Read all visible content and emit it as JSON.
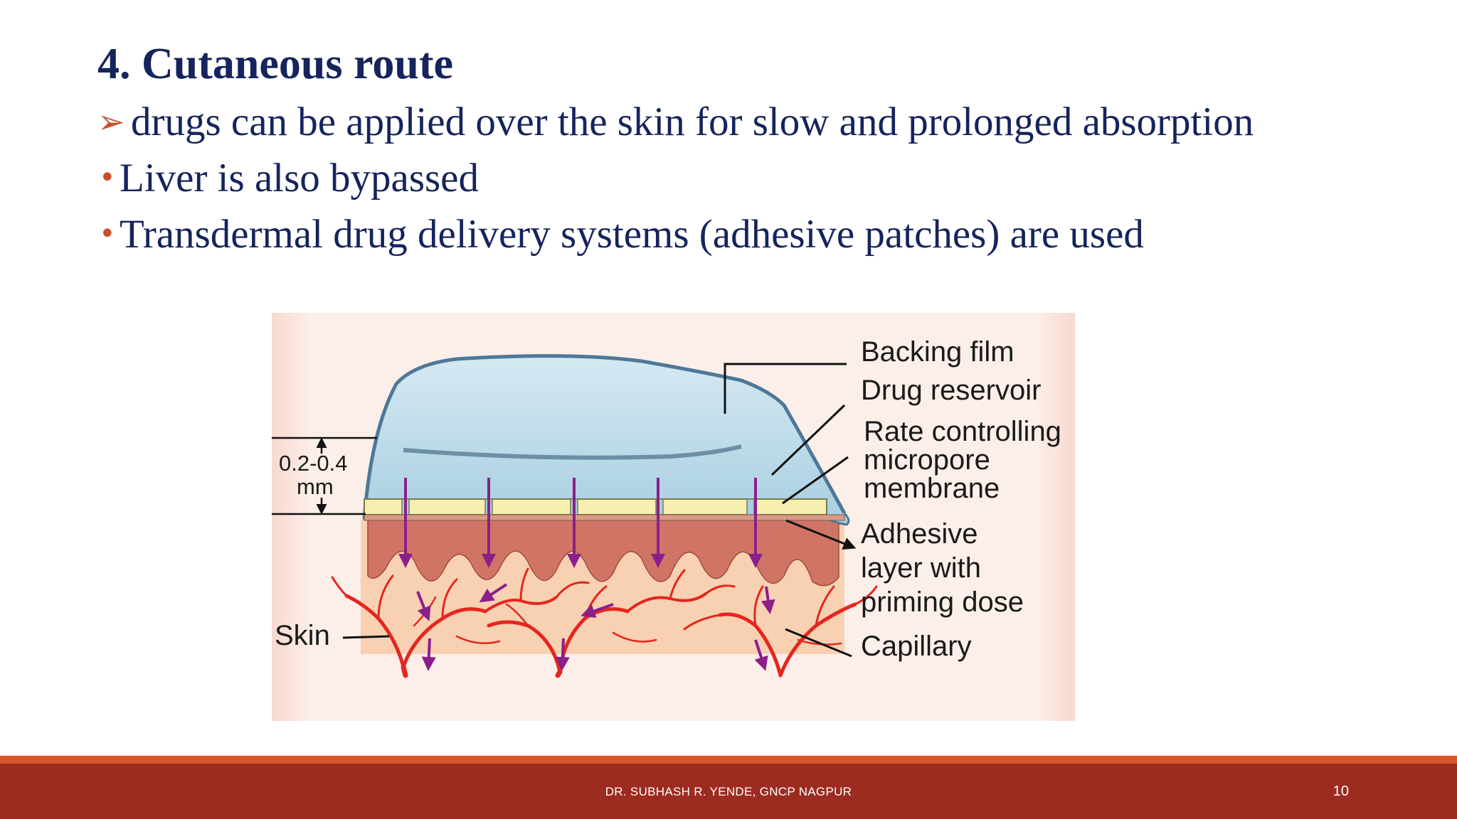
{
  "slide": {
    "title": "4. Cutaneous route",
    "bullets": [
      {
        "marker": "arrow-bullet-icon",
        "text": "drugs can be applied over the skin for slow and prolonged absorption"
      },
      {
        "marker": "dot-bullet-icon",
        "text": "Liver is also bypassed"
      },
      {
        "marker": "dot-bullet-icon",
        "text": "Transdermal drug delivery systems (adhesive patches) are used"
      }
    ]
  },
  "figure": {
    "labels": {
      "backing_film": "Backing film",
      "drug_reservoir": "Drug reservoir",
      "rate_controlling_1": "Rate controlling",
      "rate_controlling_2": "micropore",
      "rate_controlling_3": "membrane",
      "adhesive_1": "Adhesive",
      "adhesive_2": "layer with",
      "adhesive_3": "priming dose",
      "capillary": "Capillary",
      "skin": "Skin",
      "thickness_1": "0.2-0.4",
      "thickness_2": "mm"
    }
  },
  "footer": {
    "author": "DR. SUBHASH R. YENDE, GNCP NAGPUR",
    "page_number": "10"
  },
  "colors": {
    "title_text": "#15245c",
    "bullet_marker": "#c8502a",
    "footer_band": "#9c2b20",
    "footer_stripe": "#d9572a"
  }
}
